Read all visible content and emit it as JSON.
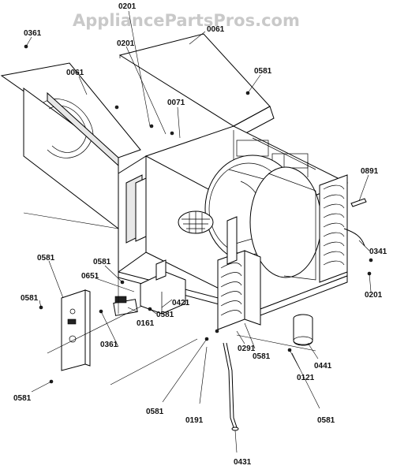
{
  "watermark": "AppliancePartsPros.com",
  "parts": [
    {
      "key": "p0201_top",
      "text": "0201"
    },
    {
      "key": "p0361_tl",
      "text": "0361"
    },
    {
      "key": "p0061_top",
      "text": "0061"
    },
    {
      "key": "p0201_mid",
      "text": "0201"
    },
    {
      "key": "p0581_tr",
      "text": "0581"
    },
    {
      "key": "p0061_left",
      "text": "0061"
    },
    {
      "key": "p0071",
      "text": "0071"
    },
    {
      "key": "p0891",
      "text": "0891"
    },
    {
      "key": "p0341",
      "text": "0341"
    },
    {
      "key": "p0201_right",
      "text": "0201"
    },
    {
      "key": "p0581_ml",
      "text": "0581"
    },
    {
      "key": "p0581_cm",
      "text": "0581"
    },
    {
      "key": "p0651",
      "text": "0651"
    },
    {
      "key": "p0581_l2",
      "text": "0581"
    },
    {
      "key": "p0421",
      "text": "0421"
    },
    {
      "key": "p0581_c2",
      "text": "0581"
    },
    {
      "key": "p0161",
      "text": "0161"
    },
    {
      "key": "p0361_b",
      "text": "0361"
    },
    {
      "key": "p0581_bc",
      "text": "0581"
    },
    {
      "key": "p0291",
      "text": "0291"
    },
    {
      "key": "p0441",
      "text": "0441"
    },
    {
      "key": "p0121",
      "text": "0121"
    },
    {
      "key": "p0581_bl",
      "text": "0581"
    },
    {
      "key": "p0581_b2",
      "text": "0581"
    },
    {
      "key": "p0191",
      "text": "0191"
    },
    {
      "key": "p0581_br",
      "text": "0581"
    },
    {
      "key": "p0431",
      "text": "0431"
    }
  ]
}
